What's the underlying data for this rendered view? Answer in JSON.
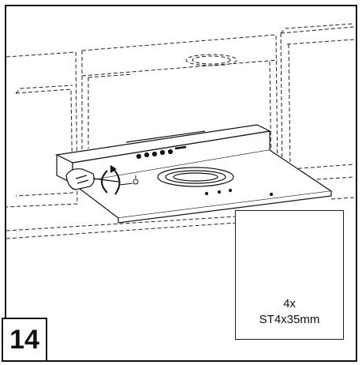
{
  "step": {
    "number": "14"
  },
  "screws": {
    "quantity": "4x",
    "spec": "ST4x35mm"
  },
  "icons": [
    "range-hood-icon",
    "screw-icon",
    "screwdriver-icon",
    "rotation-arrow-icon"
  ]
}
